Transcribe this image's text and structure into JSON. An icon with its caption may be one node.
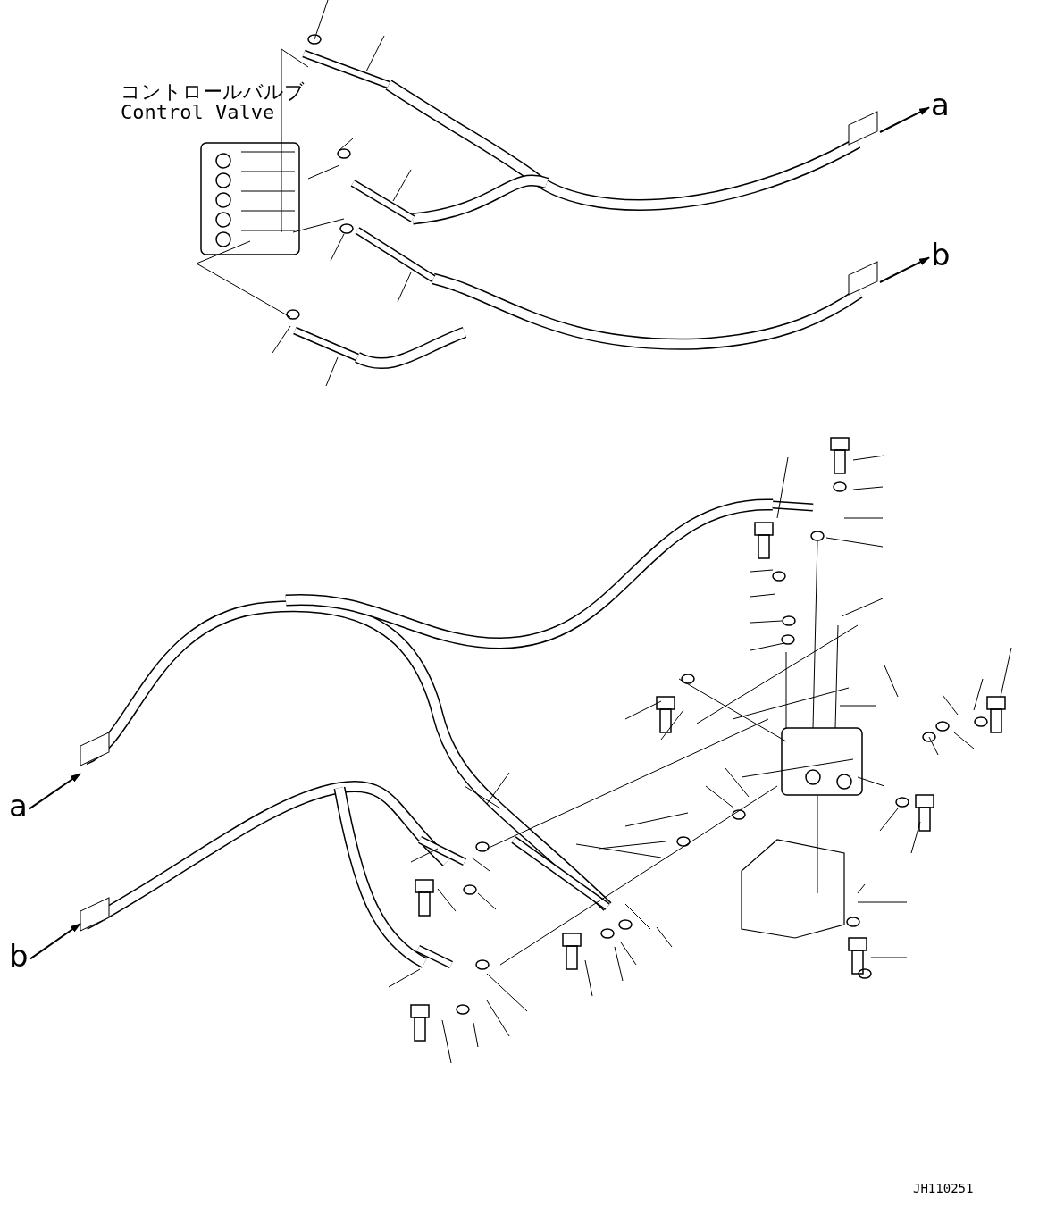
{
  "diagram": {
    "nodes": [
      {
        "text": [
          "a"
        ]
      },
      {
        "text": [
          "b"
        ]
      },
      {
        "text": [
          "a"
        ]
      },
      {
        "text": [
          "b"
        ]
      }
    ],
    "edges": [
      {
        "from": null,
        "to": 0,
        "arrow": "to"
      },
      {
        "from": null,
        "to": 1,
        "arrow": "to"
      },
      {
        "from": 2,
        "to": null,
        "arrow": "to"
      },
      {
        "from": 3,
        "to": null,
        "arrow": "to"
      }
    ],
    "labels": [
      "コントロールバルブ",
      "Control Valve",
      "JH110251"
    ]
  }
}
